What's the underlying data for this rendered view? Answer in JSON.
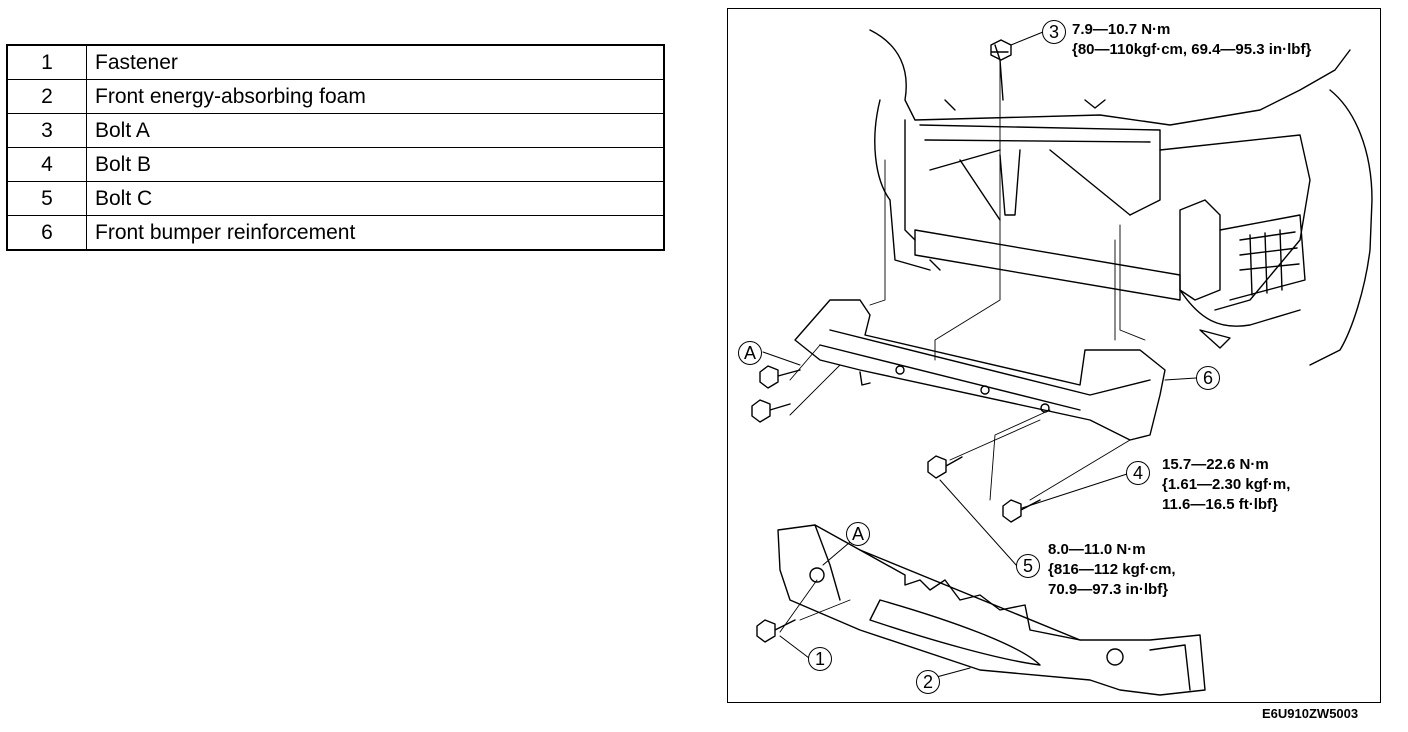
{
  "legend": [
    {
      "num": "1",
      "name": "Fastener"
    },
    {
      "num": "2",
      "name": "Front energy-absorbing foam"
    },
    {
      "num": "3",
      "name": "Bolt A"
    },
    {
      "num": "4",
      "name": "Bolt B"
    },
    {
      "num": "5",
      "name": "Bolt C"
    },
    {
      "num": "6",
      "name": "Front bumper reinforcement"
    }
  ],
  "callouts": {
    "c1": "1",
    "c2": "2",
    "c3": "3",
    "c4": "4",
    "c5": "5",
    "c6": "6",
    "a_top": "A",
    "a_bottom": "A"
  },
  "torques": {
    "bolt3": [
      "7.9—10.7 N·m",
      "{80—110kgf·cm, 69.4—95.3 in·lbf}"
    ],
    "bolt4": [
      "15.7—22.6 N·m",
      "{1.61—2.30 kgf·m,",
      "11.6—16.5 ft·lbf}"
    ],
    "bolt5": [
      "8.0—11.0 N·m",
      "{816—112 kgf·cm,",
      "70.9—97.3 in·lbf}"
    ]
  },
  "figure_code": "E6U910ZW5003"
}
